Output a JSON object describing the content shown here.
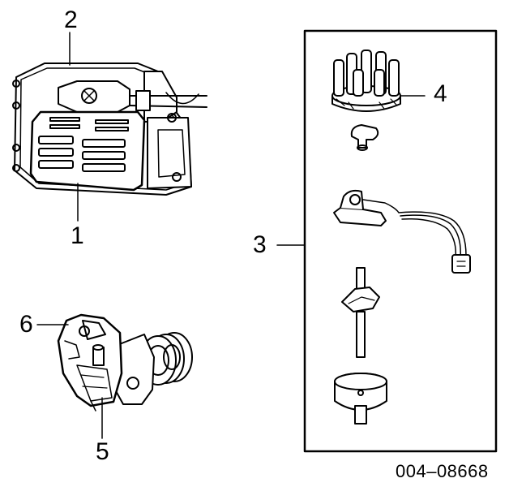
{
  "callouts": {
    "c1": "1",
    "c2": "2",
    "c3": "3",
    "c4": "4",
    "c5": "5",
    "c6": "6"
  },
  "reference_code": "004–08668",
  "colors": {
    "line": "#000000",
    "background": "#ffffff"
  }
}
